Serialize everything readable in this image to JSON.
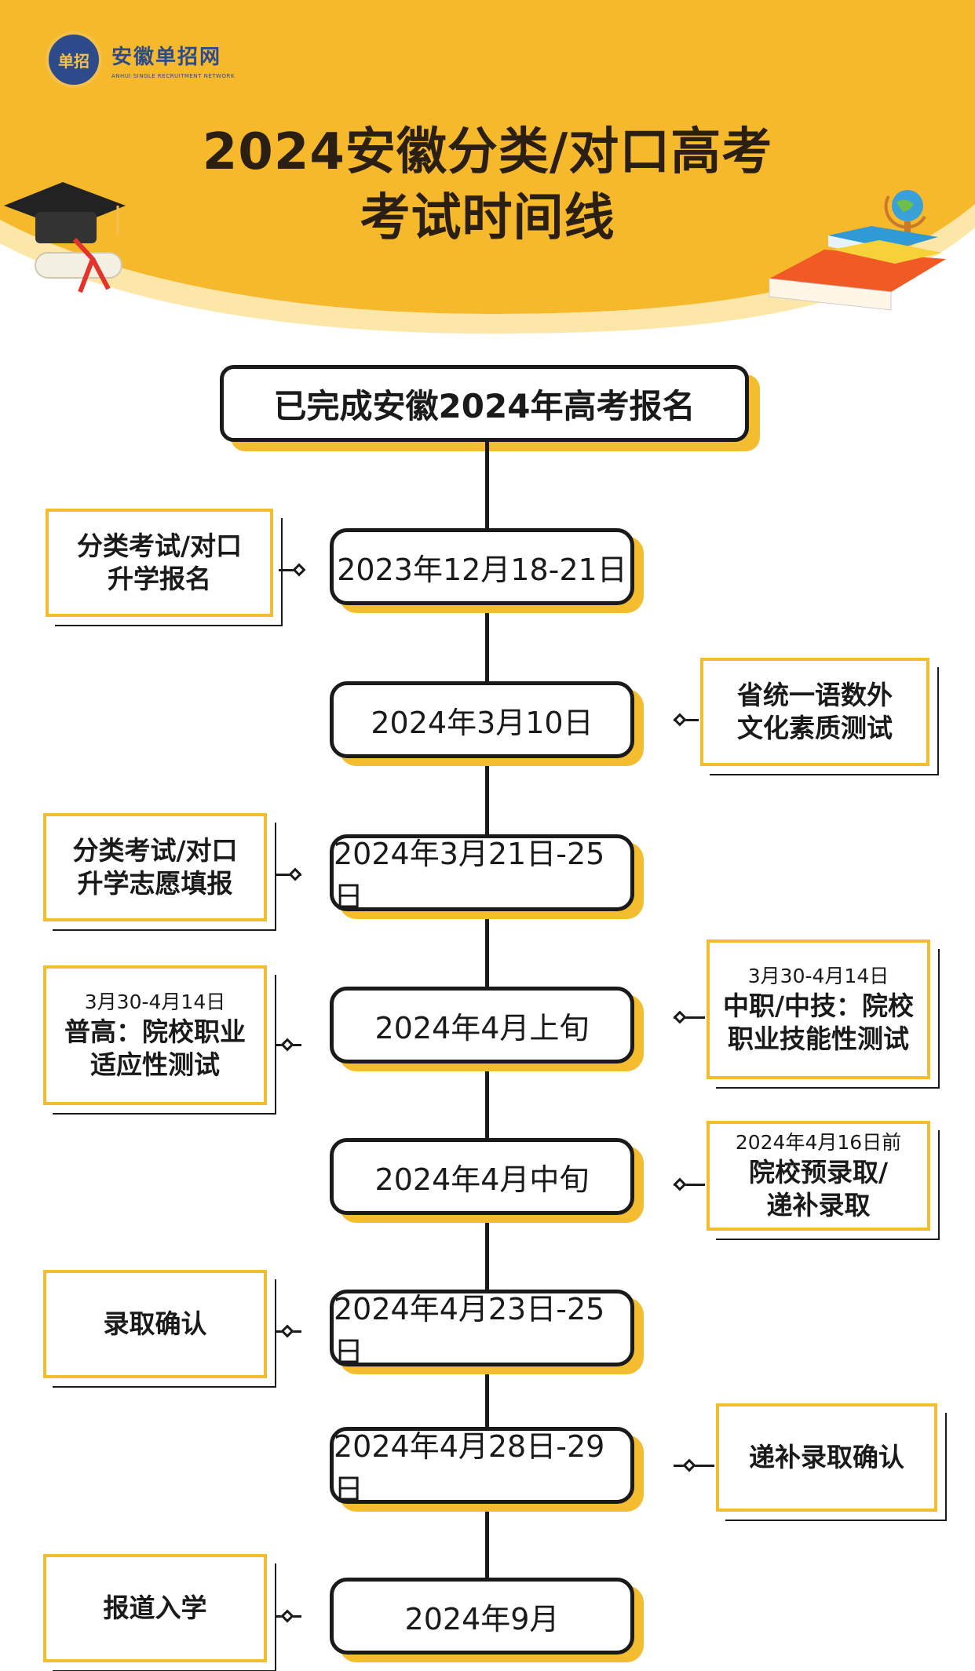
{
  "logo": {
    "badge": "单招",
    "name": "安徽单招网",
    "subtitle": "ANHUI SINGLE RECRUITMENT NETWORK"
  },
  "title": {
    "line1": "2024安徽分类/对口高考",
    "line2": "考试时间线"
  },
  "top_box": "已完成安徽2024年高考报名",
  "colors": {
    "accent": "#f3bd2f",
    "header_bg": "#f6b92c",
    "ink": "#1a1a1a"
  },
  "timeline": [
    {
      "date": "2023年12月18-21日",
      "side": "left",
      "note_lines": [
        "分类考试/对口",
        "升学报名"
      ],
      "note_small": ""
    },
    {
      "date": "2024年3月10日",
      "side": "right",
      "note_lines": [
        "省统一语数外",
        "文化素质测试"
      ],
      "note_small": ""
    },
    {
      "date": "2024年3月21日-25日",
      "side": "left",
      "note_lines": [
        "分类考试/对口",
        "升学志愿填报"
      ],
      "note_small": ""
    },
    {
      "date": "2024年4月上旬",
      "side": "both",
      "left_small": "3月30-4月14日",
      "left_lines": [
        "普高：院校职业",
        "适应性测试"
      ],
      "right_small": "3月30-4月14日",
      "right_lines": [
        "中职/中技：院校",
        "职业技能性测试"
      ]
    },
    {
      "date": "2024年4月中旬",
      "side": "right",
      "note_small": "2024年4月16日前",
      "note_lines": [
        "院校预录取/",
        "递补录取"
      ]
    },
    {
      "date": "2024年4月23日-25日",
      "side": "left",
      "note_lines": [
        "录取确认"
      ],
      "note_small": ""
    },
    {
      "date": "2024年4月28日-29日",
      "side": "right",
      "note_lines": [
        "递补录取确认"
      ],
      "note_small": ""
    },
    {
      "date": "2024年9月",
      "side": "left",
      "note_lines": [
        "报道入学"
      ],
      "note_small": ""
    }
  ],
  "icons": [
    "graduation-cap-icon",
    "diploma-scroll-icon",
    "globe-icon",
    "books-stack-icon"
  ]
}
